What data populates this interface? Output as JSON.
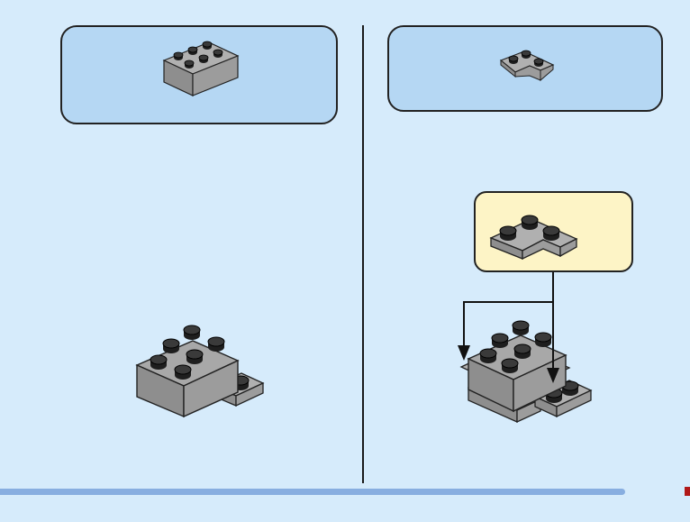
{
  "page": {
    "panels": [
      {
        "name": "left-step",
        "parts_needed": [
          {
            "part": "brick-2x3",
            "quantity": 1
          }
        ]
      },
      {
        "name": "right-step",
        "parts_needed": [
          {
            "part": "corner-plate-2x2",
            "quantity": 1
          }
        ]
      }
    ],
    "colors": {
      "background": "#d6ebfb",
      "parts_box": "#b5d7f3",
      "callout": "#fdf4c6",
      "brick_top": "#a6a6a6",
      "brick_side": "#9a9a9a",
      "progress": "#88aee0"
    },
    "icons": [
      "brick-2x3-icon",
      "corner-plate-icon",
      "assembly-left-icon",
      "assembly-right-icon",
      "arrow-down-icon"
    ]
  }
}
